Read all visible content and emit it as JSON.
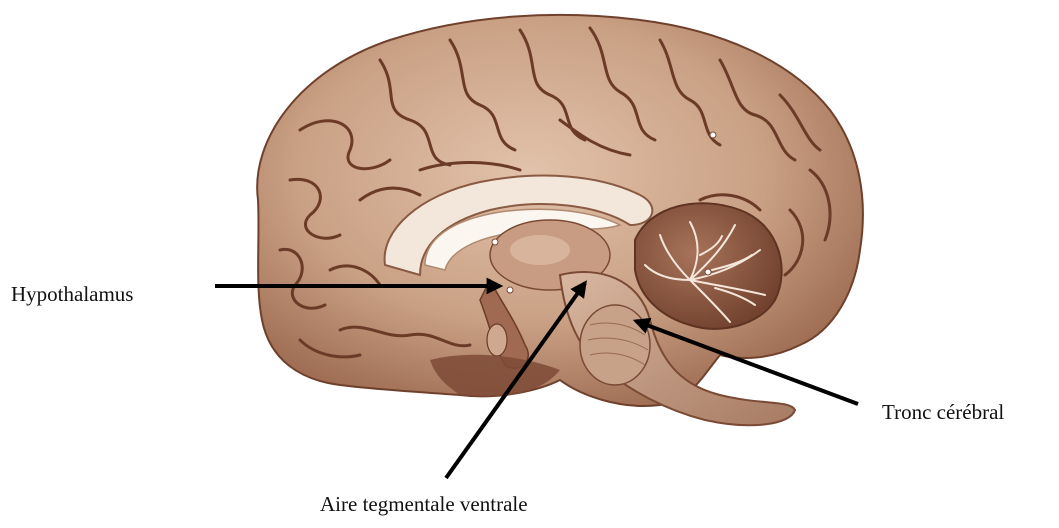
{
  "figure": {
    "labels": {
      "hypothalamus": "Hypothalamus",
      "tronc": "Tronc cérébral",
      "aire": "Aire tegmentale ventrale"
    },
    "colors": {
      "cortex_fill": "#c49a7e",
      "cortex_light": "#e8cdb8",
      "cortex_dark": "#7a4a35",
      "sulcus": "#5e3322",
      "ventricle": "#f6eee6",
      "cerebellum": "#8e5a42",
      "arrow": "#000000"
    }
  }
}
